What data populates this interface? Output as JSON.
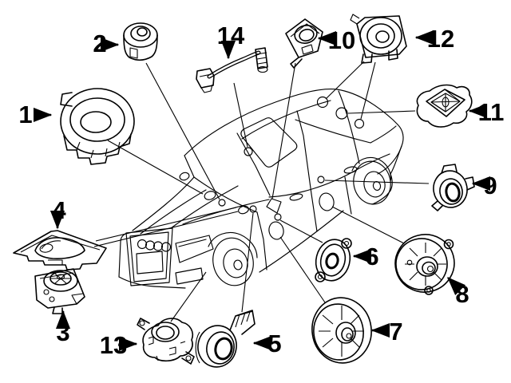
{
  "page": {
    "background_color": "#ffffff",
    "line_color": "#000000",
    "kind": "vehicle-speaker-parts-diagram",
    "vehicle_illustration": "sedan-three-quarter-view"
  },
  "diagram": {
    "callouts": [
      {
        "id": 1,
        "label": "1",
        "part_name": "dash-center-speaker"
      },
      {
        "id": 2,
        "label": "2",
        "part_name": "small-tweeter"
      },
      {
        "id": 3,
        "label": "3",
        "part_name": "bracket-mounted-speaker"
      },
      {
        "id": 4,
        "label": "4",
        "part_name": "dash-speaker-grille-panel"
      },
      {
        "id": 5,
        "label": "5",
        "part_name": "speaker-with-mount-arm"
      },
      {
        "id": 6,
        "label": "6",
        "part_name": "midrange-speaker-plate"
      },
      {
        "id": 7,
        "label": "7",
        "part_name": "front-door-woofer"
      },
      {
        "id": 8,
        "label": "8",
        "part_name": "rear-door-woofer"
      },
      {
        "id": 9,
        "label": "9",
        "part_name": "rear-door-tweeter"
      },
      {
        "id": 10,
        "label": "10",
        "part_name": "pillar-tweeter-pod"
      },
      {
        "id": 11,
        "label": "11",
        "part_name": "rear-deck-flat-speaker"
      },
      {
        "id": 12,
        "label": "12",
        "part_name": "rear-deck-speaker"
      },
      {
        "id": 13,
        "label": "13",
        "part_name": "bass-speaker-housing"
      },
      {
        "id": 14,
        "label": "14",
        "part_name": "speaker-wiring-harness"
      }
    ]
  }
}
